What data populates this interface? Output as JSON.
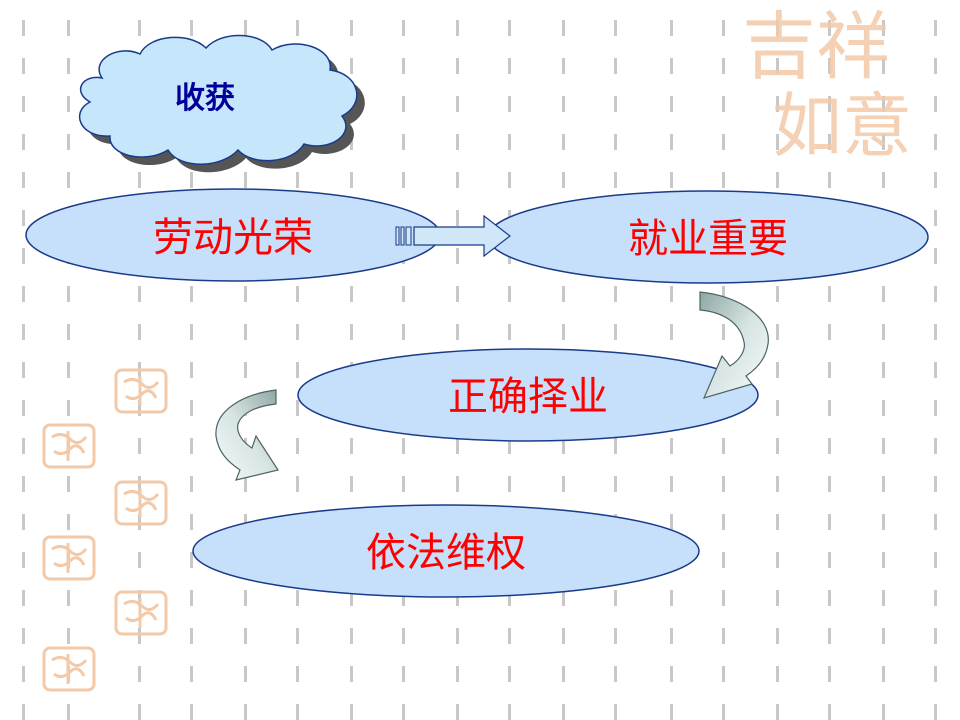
{
  "slide": {
    "title": "收获",
    "nodes": [
      {
        "label": "劳动光荣"
      },
      {
        "label": "就业重要"
      },
      {
        "label": "正确择业"
      },
      {
        "label": "依法维权"
      }
    ]
  },
  "colors": {
    "ellipse_fill": "#c6e0fb",
    "ellipse_stroke": "#1a3a8a",
    "node_text": "#ff0000",
    "cloud_fill": "#c6e6fb",
    "cloud_shadow": "#555555",
    "title_text": "#000099",
    "guide_marks": "#c8c8c8",
    "watermark": "#f3c9a8",
    "arrow_fill": "#cfe7f6",
    "curved_arrow_fill": "#b5c6c4"
  },
  "icons": {
    "title_shape": "cloud-icon",
    "flow_arrow": "striped-right-arrow-icon",
    "curved_arrows": "curved-down-arrow-icon",
    "watermark": "seal-watermark-icon"
  }
}
